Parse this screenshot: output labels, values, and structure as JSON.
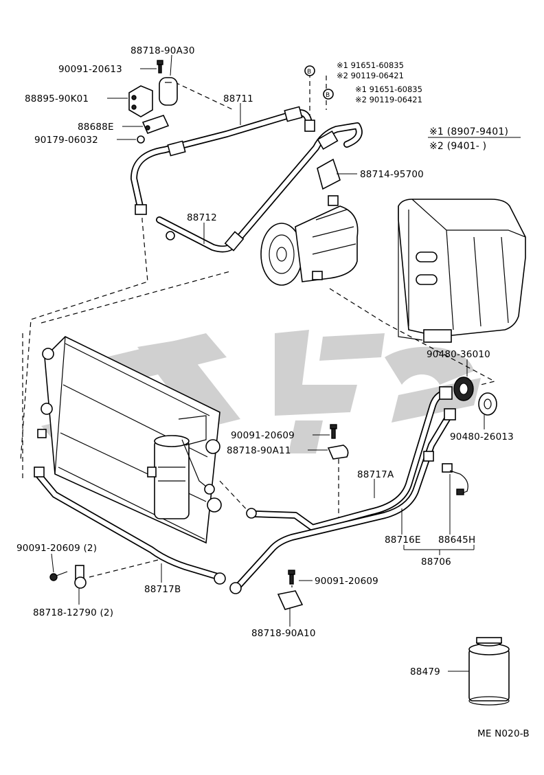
{
  "diagram": {
    "page_code": "ME N020-B",
    "legend": {
      "note1": "※1 (8907-9401)",
      "note2": "※2 (9401-         )"
    },
    "bolt_note_b1": {
      "marker": "B",
      "line1": "※1 91651-60835",
      "line2": "※2 90119-06421"
    },
    "bolt_note_b2": {
      "marker": "B",
      "line1": "※1 91651-60835",
      "line2": "※2 90119-06421"
    },
    "part_labels": {
      "p88718_90A30": "88718-90A30",
      "p90091_20613": "90091-20613",
      "p88895_90K01": "88895-90K01",
      "p88688E": "88688E",
      "p90179_06032": "90179-06032",
      "p88711": "88711",
      "p88714_95700": "88714-95700",
      "p88712": "88712",
      "p90480_36010": "90480-36010",
      "p90480_26013": "90480-26013",
      "p90091_20609_a": "90091-20609",
      "p88718_90A11": "88718-90A11",
      "p88717A": "88717A",
      "p88716E": "88716E",
      "p88645H": "88645H",
      "p88706": "88706",
      "p90091_20609_2": "90091-20609 (2)",
      "p88717B": "88717B",
      "p88718_12790_2": "88718-12790 (2)",
      "p90091_20609_b": "90091-20609",
      "p88718_90A10": "88718-90A10",
      "p88479": "88479"
    },
    "colors": {
      "ink": "#000000",
      "watermark": "#c8c8c8"
    }
  }
}
